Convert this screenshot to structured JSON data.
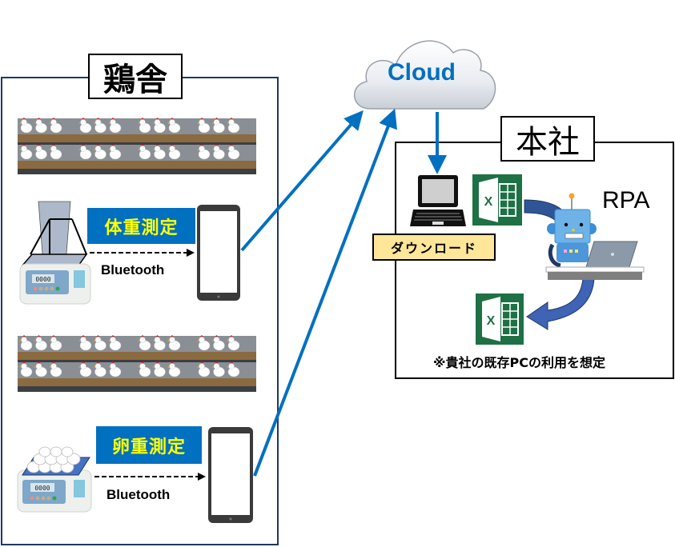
{
  "diagram": {
    "farm": {
      "title": "鶏舎",
      "cage_rows_icon": "chicken-cage-icon",
      "body_weight": {
        "label": "体重測定",
        "link_label": "Bluetooth",
        "device_icon": "hanging-scale-icon",
        "phone_icon": "smartphone-icon",
        "scale_display": "0000"
      },
      "egg_weight": {
        "label": "卵重測定",
        "link_label": "Bluetooth",
        "device_icon": "egg-scale-icon",
        "phone_icon": "smartphone-icon",
        "scale_display": "0000"
      }
    },
    "cloud": {
      "label": "Cloud",
      "icon": "cloud-icon"
    },
    "hq": {
      "title": "本社",
      "download_label": "ダウンロード",
      "laptop_icon": "laptop-icon",
      "excel_icon": "excel-icon",
      "rpa_label": "RPA",
      "robot_icon": "robot-icon",
      "note": "※貴社の既存PCの利用を想定"
    },
    "colors": {
      "arrow_blue": "#0070c0",
      "badge_bg": "#0070c0",
      "badge_text": "#ffff00",
      "farm_border": "#1f3864",
      "download_bg": "#ffe699",
      "excel_green": "#1e7145",
      "curved_arrow": "#3f63b5"
    }
  }
}
